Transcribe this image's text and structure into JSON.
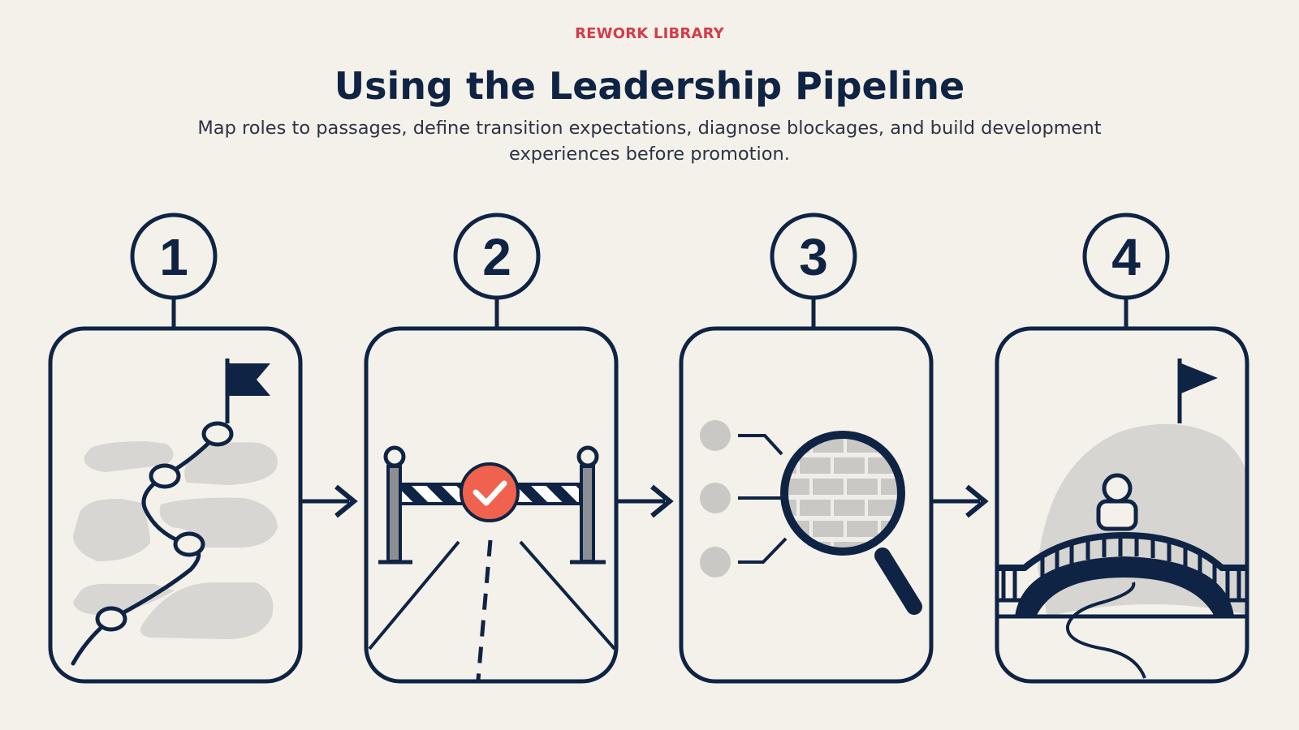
{
  "header": {
    "eyebrow": "REWORK LIBRARY",
    "title": "Using the Leadership Pipeline",
    "subtitle": "Map roles to passages, define transition expectations, diagnose blockages, and build development experiences before promotion."
  },
  "steps": [
    {
      "number": "1",
      "icon": "winding-path-to-flag-icon"
    },
    {
      "number": "2",
      "icon": "checkpoint-gate-icon"
    },
    {
      "number": "3",
      "icon": "magnifier-brick-wall-icon"
    },
    {
      "number": "4",
      "icon": "bridge-crossing-icon"
    }
  ],
  "colors": {
    "navy": "#0f2444",
    "accent_red": "#d43c47",
    "check_orange": "#f0624d",
    "gray": "#d8d6d2",
    "background": "#f4f1ea"
  }
}
